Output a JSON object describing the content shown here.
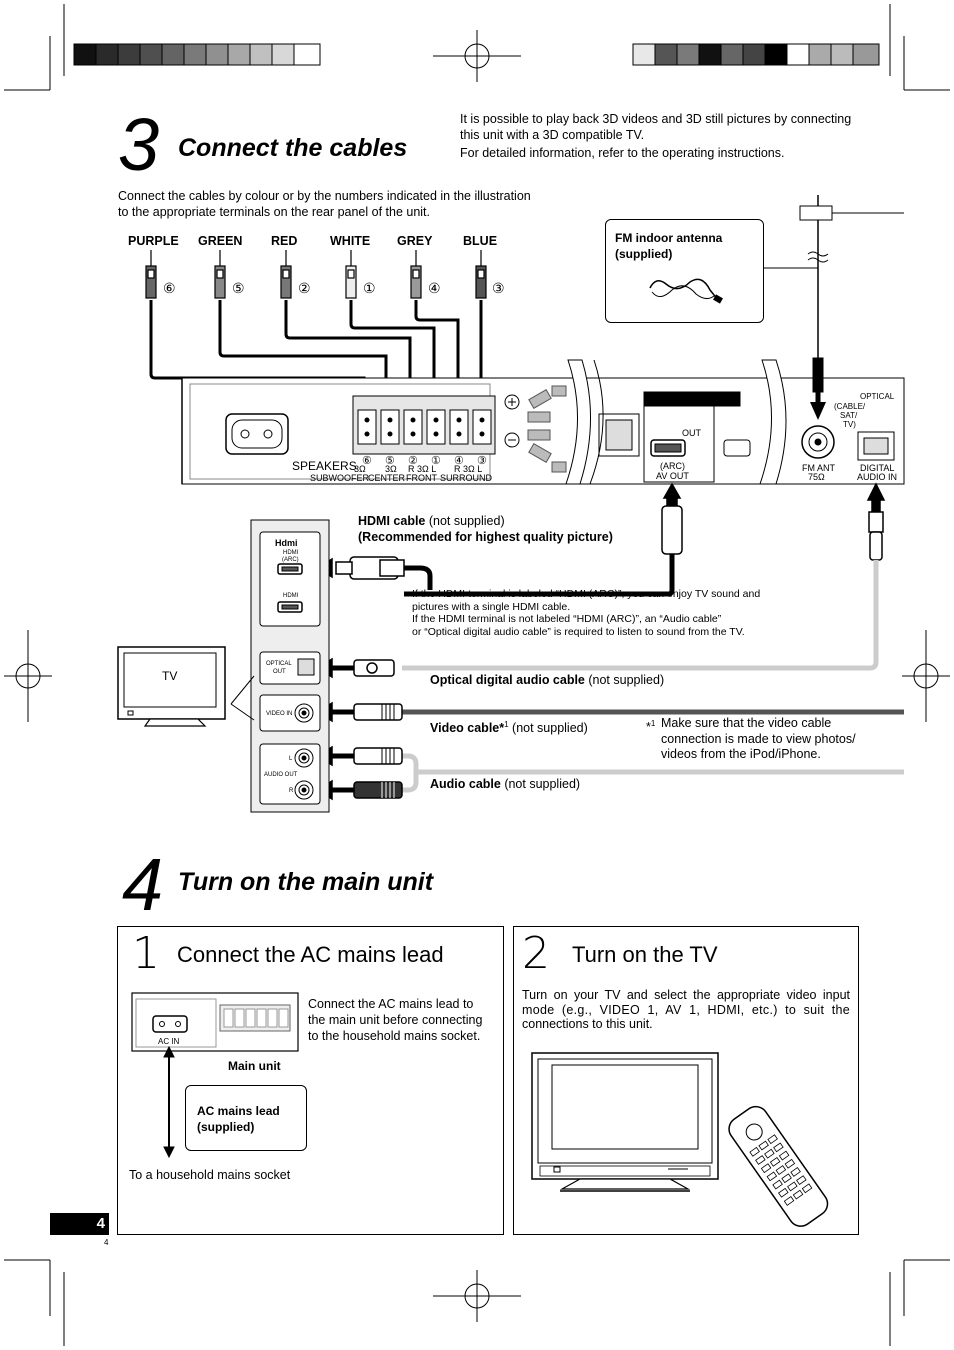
{
  "step3": {
    "number": "3",
    "title": "Connect the cables",
    "note_3d_line1": "It is possible to play back 3D videos and 3D still pictures by connecting",
    "note_3d_line2": "this unit with a 3D compatible TV.",
    "note_3d_line3": "For detailed information, refer to the operating instructions.",
    "intro_line1": "Connect the cables by colour or by the numbers indicated in the illustration",
    "intro_line2": "to the appropriate terminals on the rear panel of the unit."
  },
  "speaker_cables": [
    {
      "color": "PURPLE",
      "number": "⑥"
    },
    {
      "color": "GREEN",
      "number": "⑤"
    },
    {
      "color": "RED",
      "number": "②"
    },
    {
      "color": "WHITE",
      "number": "①"
    },
    {
      "color": "GREY",
      "number": "④"
    },
    {
      "color": "BLUE",
      "number": "③"
    }
  ],
  "fm_antenna": {
    "line1": "FM indoor antenna",
    "line2": "(supplied)"
  },
  "rear_panel": {
    "speakers_label": "SPEAKERS",
    "ohm_sub": "3Ω",
    "ohm_center": "3Ω",
    "front_label": "R  3Ω  L",
    "surround_label": "R  3Ω  L",
    "subwoofer": "SUBWOOFER",
    "center": "CENTER",
    "front": "FRONT",
    "surround": "SURROUND",
    "terminal_nums": [
      "⑥",
      "⑤",
      "②",
      "①",
      "④",
      "③"
    ],
    "out_label": "OUT",
    "arc_label": "(ARC)",
    "av_out": "AV OUT",
    "fm_ant": "FM ANT",
    "fm_ohm": "75Ω",
    "optical": "OPTICAL",
    "cable_sat_tv": [
      "(CABLE/",
      "SAT/",
      "TV)"
    ],
    "digital_audio_in": [
      "DIGITAL",
      "AUDIO IN"
    ]
  },
  "hdmi_cable": {
    "name": "HDMI cable",
    "note": " (not supplied)",
    "recommend": "(Recommended for highest quality picture)",
    "info_line1": "If the HDMI terminal is labeled “HDMI (ARC)”, you can enjoy TV sound and",
    "info_line2": "pictures with a single HDMI cable.",
    "info_line3": "If the HDMI terminal is not labeled “HDMI (ARC)”, an “Audio cable”",
    "info_line4": "or “Optical digital audio cable” is required to listen to sound from the TV."
  },
  "tv_panel": {
    "tv_label": "TV",
    "hdmi_logo": "Hdmi",
    "hdmi_arc_line1": "HDMI",
    "hdmi_arc_line2": "(ARC)",
    "hdmi": "HDMI",
    "optical_out_line1": "OPTICAL",
    "optical_out_line2": "OUT",
    "video_in": "VIDEO IN",
    "audio_out": "AUDIO OUT",
    "l": "L",
    "r": "R"
  },
  "optical_cable": {
    "name": "Optical digital audio cable",
    "note": " (not supplied)"
  },
  "video_cable": {
    "name": "Video cable*",
    "sup": "1",
    "note": " (not supplied)"
  },
  "footnote": {
    "mark": "*",
    "sup": "1",
    "line1": "Make sure that the video cable",
    "line2": "connection is made to view photos/",
    "line3": "videos from the iPod/iPhone."
  },
  "audio_cable": {
    "name": "Audio cable",
    "note": " (not supplied)"
  },
  "step4": {
    "number": "4",
    "title": "Turn on the main unit",
    "sub1_number": "1",
    "sub1_title": "Connect the AC mains lead",
    "sub1_text_line1": "Connect the AC mains lead to",
    "sub1_text_line2": "the main unit before connecting",
    "sub1_text_line3": "to the household mains socket.",
    "ac_in": "AC IN",
    "main_unit": "Main unit",
    "ac_lead_line1": "AC mains lead",
    "ac_lead_line2": "(supplied)",
    "household_socket": "To a household mains socket",
    "sub2_number": "2",
    "sub2_title": "Turn on the TV",
    "sub2_text_line1": "Turn on your TV and select the appropriate video input",
    "sub2_text_line2": "mode (e.g., VIDEO 1, AV 1, HDMI, etc.) to suit the",
    "sub2_text_line3": "connections to this unit."
  },
  "page": {
    "number": "4",
    "small_number": "4"
  },
  "registration_colors": [
    "#1a1a1a",
    "#2e2e2e",
    "#3d3d3d",
    "#555555",
    "#6b6b6b",
    "#808080",
    "#9a9a9a",
    "#b4b4b4",
    "#cdcdcd",
    "#e6e6e6",
    "#ffffff"
  ]
}
